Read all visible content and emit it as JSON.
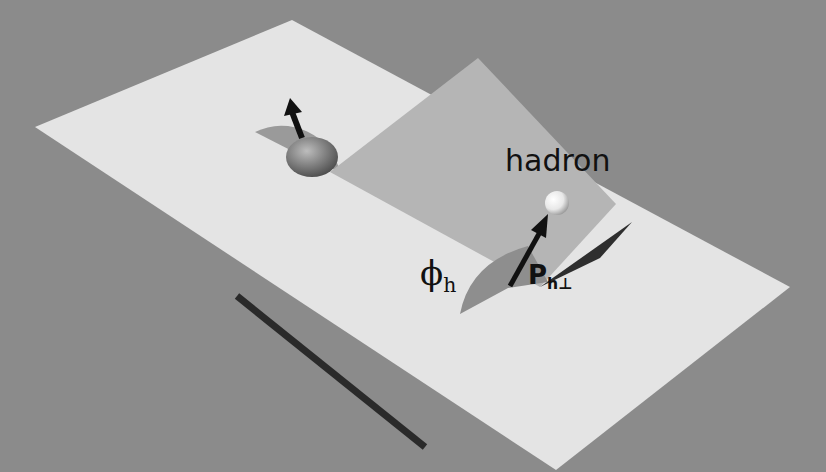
{
  "diagram": {
    "labels": [
      "hadron",
      "ϕh",
      "Ph⊥"
    ]
  }
}
